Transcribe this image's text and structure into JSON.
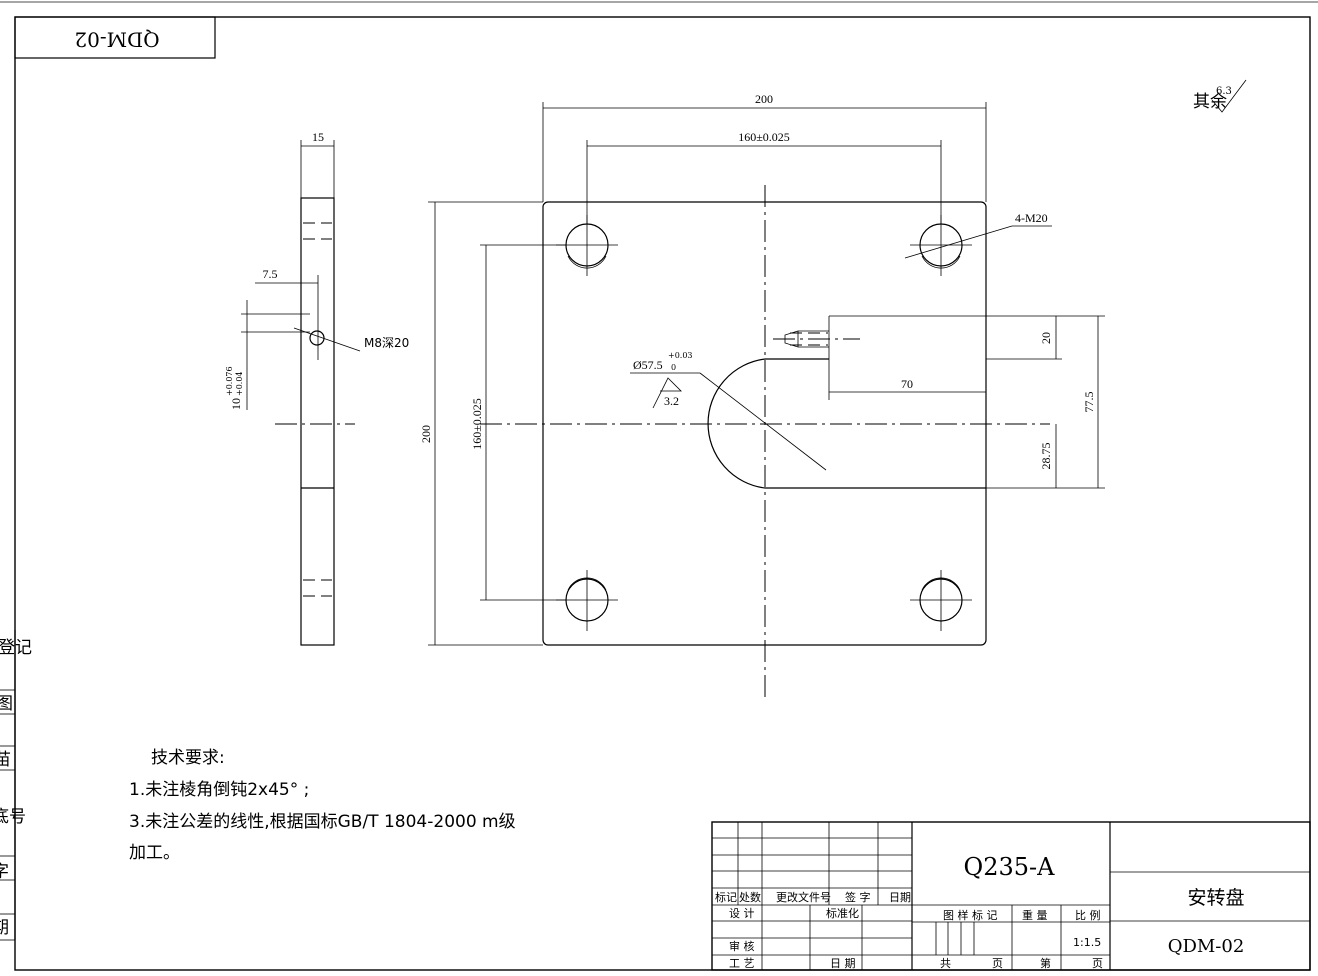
{
  "drawing_number_stamp": "QDM-02",
  "roughness_note": {
    "prefix": "其余",
    "value": "6.3"
  },
  "side_view": {
    "width_dim": "15",
    "offset_dim": "7.5",
    "thread_label": "M8深20",
    "height_dim": "10",
    "tol_upper": "+0.076",
    "tol_lower": "+0.04"
  },
  "front_view": {
    "overall_width": "200",
    "hole_spacing_x": "160±0.025",
    "overall_height": "200",
    "hole_spacing_y": "160±0.025",
    "thread_holes": "4-M20",
    "slot_width": "20",
    "slot_length": "70",
    "slot_offset": "77.5",
    "slot_center": "28.75",
    "bore_dia": "Ø57.5",
    "bore_tol_upper": "+0.03",
    "bore_tol_lower": "0",
    "bore_roughness": "3.2"
  },
  "tech_requirements": {
    "heading": "技术要求:",
    "items": [
      "1.未注棱角倒钝2x45° ;",
      "3.未注公差的线性,根据国标GB/T 1804-2000 m级",
      "加工。"
    ]
  },
  "left_margin_labels": [
    "登记",
    "图",
    "苗",
    "底号",
    "字",
    "期"
  ],
  "title_block": {
    "material": "Q235-A",
    "part_name": "安转盘",
    "drawing_no": "QDM-02",
    "rev_headers": [
      "标记",
      "处数",
      "更改文件号",
      "签 字",
      "日期"
    ],
    "design": "设 计",
    "standardize": "标准化",
    "review": "审 核",
    "process": "工 艺",
    "date": "日 期",
    "stage_mark": "图 样 标 记",
    "weight": "重 量",
    "scale_label": "比 例",
    "scale": "1:1.5",
    "total": "共",
    "sheet_unit": "页",
    "sheet_no": "第",
    "sheet_unit2": "页"
  }
}
